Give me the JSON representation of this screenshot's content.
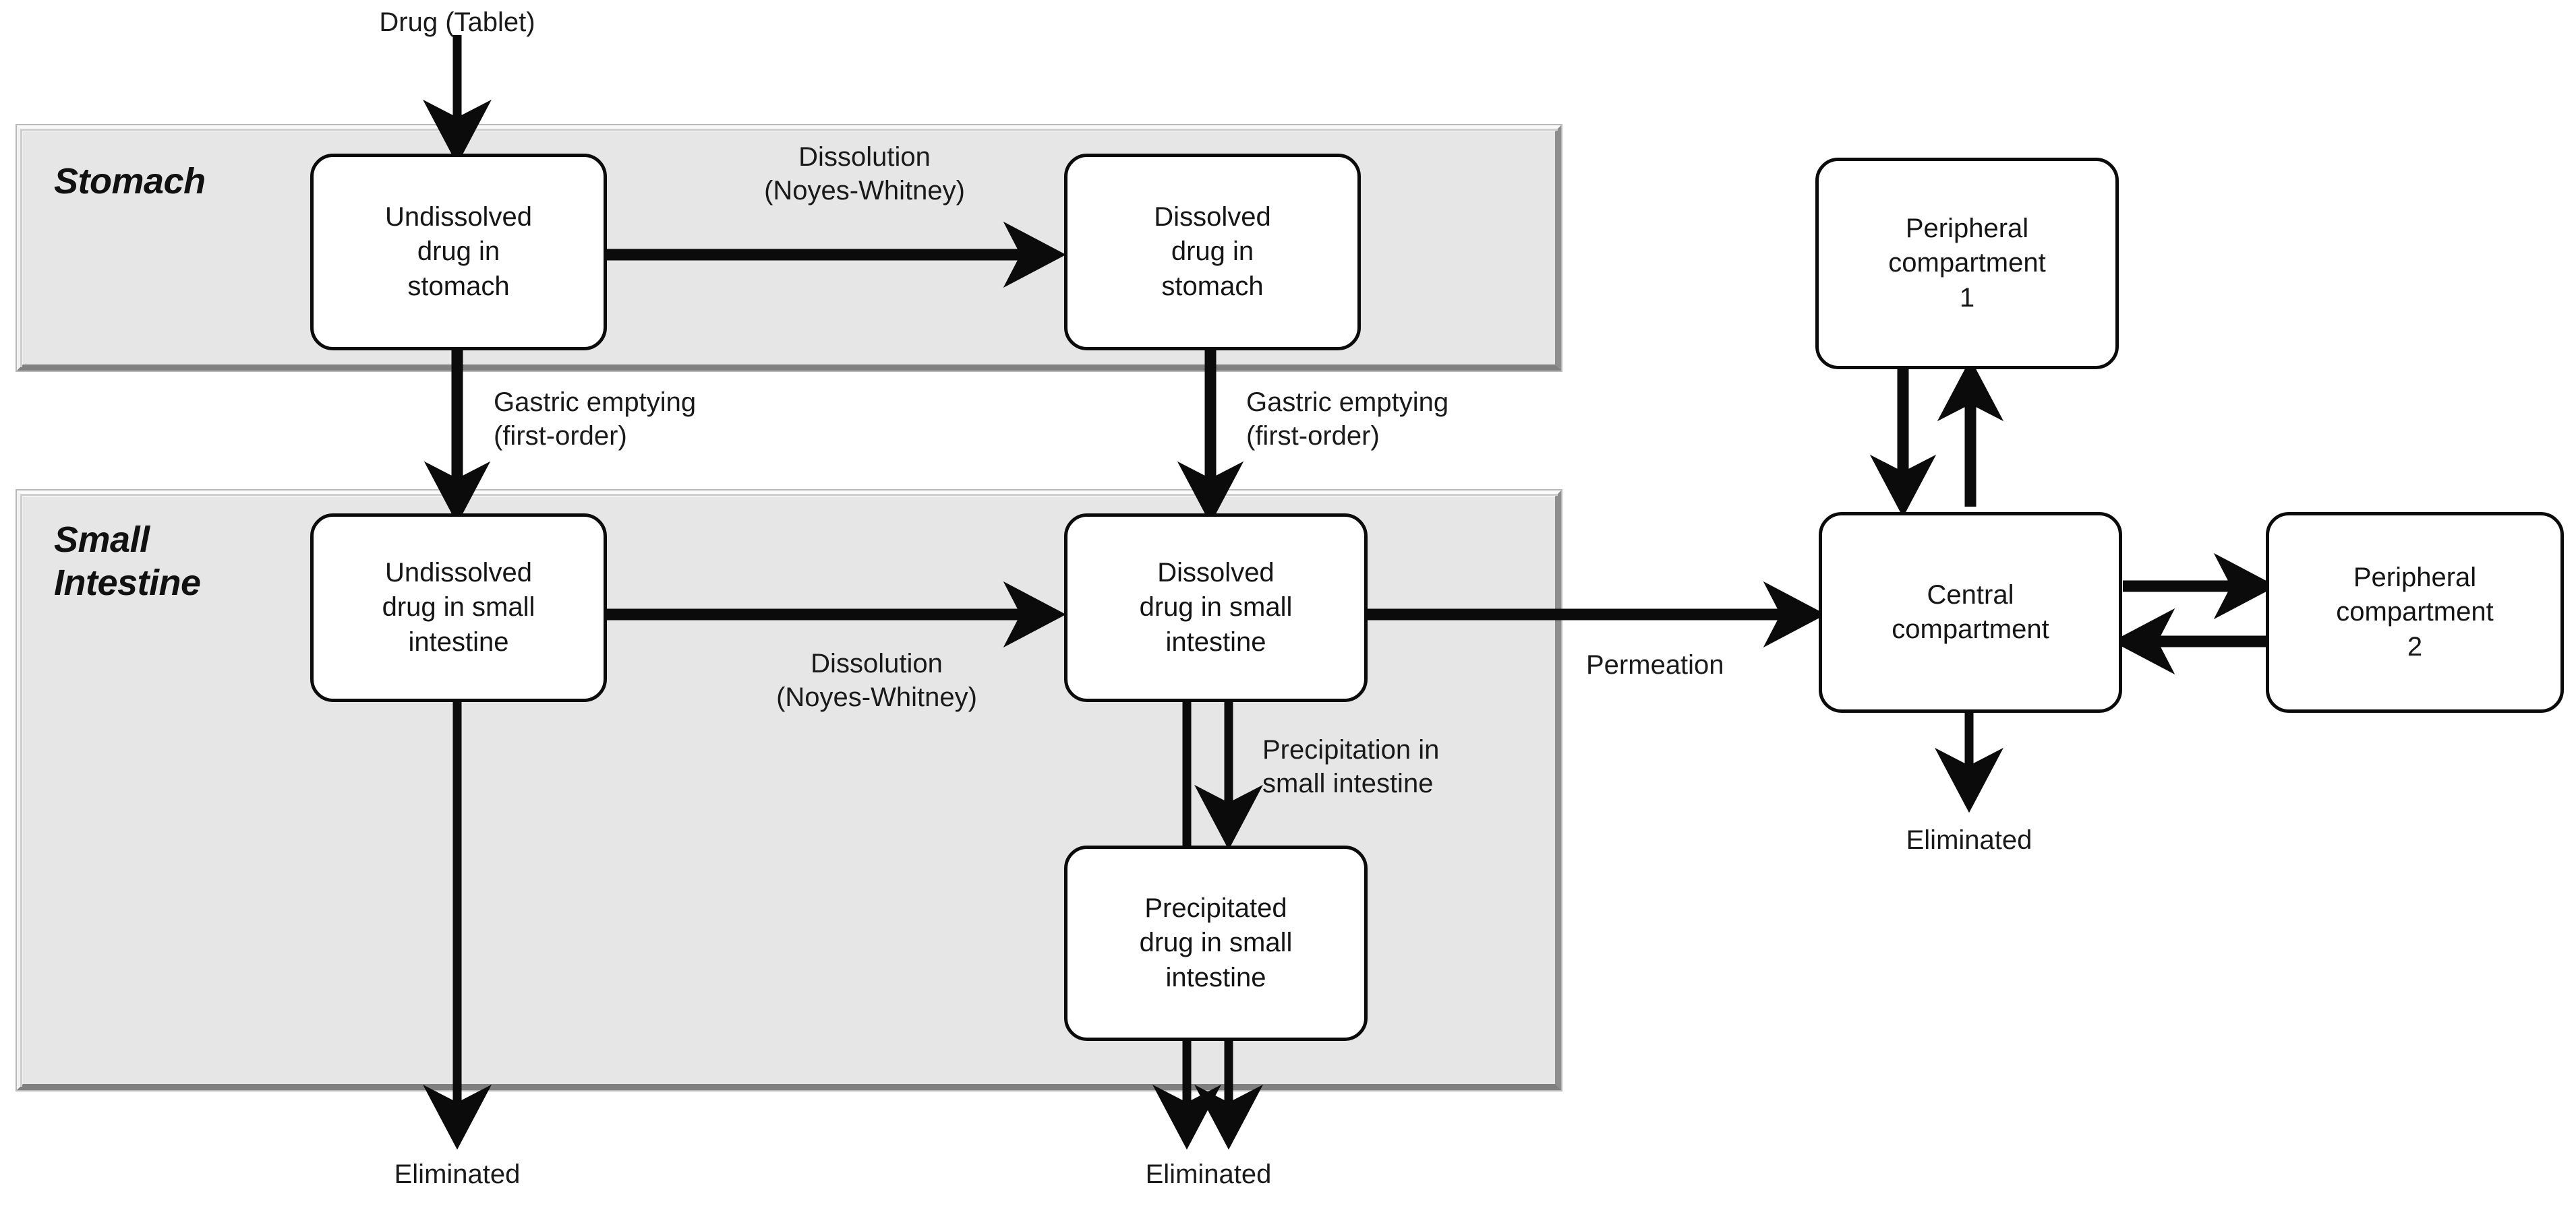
{
  "diagram": {
    "title": "Oral absorption PBPK / compartmental model",
    "accent_color": "#0b0b0b",
    "panel_fill": "#e6e6e6",
    "node_fill": "#ffffff"
  },
  "organs": [
    {
      "id": "stomach",
      "label": "Stomach"
    },
    {
      "id": "small_intestine",
      "label": "Small\nIntestine"
    }
  ],
  "nodes": [
    {
      "id": "undissolved_stomach",
      "label": "Undissolved\ndrug in\nstomach"
    },
    {
      "id": "dissolved_stomach",
      "label": "Dissolved\ndrug in\nstomach"
    },
    {
      "id": "undissolved_si",
      "label": "Undissolved\ndrug in small\nintestine"
    },
    {
      "id": "dissolved_si",
      "label": "Dissolved\ndrug in small\nintestine"
    },
    {
      "id": "precipitated_si",
      "label": "Precipitated\ndrug in small\nintestine"
    },
    {
      "id": "central",
      "label": "Central\ncompartment"
    },
    {
      "id": "peripheral_1",
      "label": "Peripheral\ncompartment\n1"
    },
    {
      "id": "peripheral_2",
      "label": "Peripheral\ncompartment\n2"
    }
  ],
  "labels": [
    {
      "id": "drug_input",
      "text": "Drug (Tablet)"
    },
    {
      "id": "dissolution_stomach",
      "text": "Dissolution\n(Noyes-Whitney)"
    },
    {
      "id": "dissolution_si",
      "text": "Dissolution\n(Noyes-Whitney)"
    },
    {
      "id": "gastric_emptying_left",
      "text": "Gastric emptying\n(first-order)"
    },
    {
      "id": "gastric_emptying_right",
      "text": "Gastric emptying\n(first-order)"
    },
    {
      "id": "precipitation_si",
      "text": "Precipitation in\nsmall intestine"
    },
    {
      "id": "permeation",
      "text": "Permeation"
    },
    {
      "id": "eliminated_undissolved_si",
      "text": "Eliminated"
    },
    {
      "id": "eliminated_si",
      "text": "Eliminated"
    },
    {
      "id": "eliminated_central",
      "text": "Eliminated"
    }
  ],
  "edges": [
    {
      "id": "drug-to-undissolved-stomach",
      "from": "drug_input",
      "to": "undissolved_stomach",
      "label": ""
    },
    {
      "id": "dissolution-stomach",
      "from": "undissolved_stomach",
      "to": "dissolved_stomach",
      "label": "Dissolution (Noyes-Whitney)"
    },
    {
      "id": "ge-undissolved",
      "from": "undissolved_stomach",
      "to": "undissolved_si",
      "label": "Gastric emptying (first-order)"
    },
    {
      "id": "ge-dissolved",
      "from": "dissolved_stomach",
      "to": "dissolved_si",
      "label": "Gastric emptying (first-order)"
    },
    {
      "id": "dissolution-si",
      "from": "undissolved_si",
      "to": "dissolved_si",
      "label": "Dissolution (Noyes-Whitney)"
    },
    {
      "id": "precipitation-si",
      "from": "dissolved_si",
      "to": "precipitated_si",
      "label": "Precipitation in small intestine"
    },
    {
      "id": "permeation-edge",
      "from": "dissolved_si",
      "to": "central",
      "label": "Permeation"
    },
    {
      "id": "elim-undissolved-si",
      "from": "undissolved_si",
      "to": "eliminated_undissolved_si",
      "label": ""
    },
    {
      "id": "elim-dissolved-si",
      "from": "dissolved_si",
      "to": "eliminated_si",
      "label": ""
    },
    {
      "id": "elim-precipitated-si",
      "from": "precipitated_si",
      "to": "eliminated_si",
      "label": ""
    },
    {
      "id": "central-to-p1",
      "from": "central",
      "to": "peripheral_1",
      "label": ""
    },
    {
      "id": "p1-to-central",
      "from": "peripheral_1",
      "to": "central",
      "label": ""
    },
    {
      "id": "central-to-p2",
      "from": "central",
      "to": "peripheral_2",
      "label": ""
    },
    {
      "id": "p2-to-central",
      "from": "peripheral_2",
      "to": "central",
      "label": ""
    },
    {
      "id": "elim-central",
      "from": "central",
      "to": "eliminated_central",
      "label": ""
    }
  ]
}
